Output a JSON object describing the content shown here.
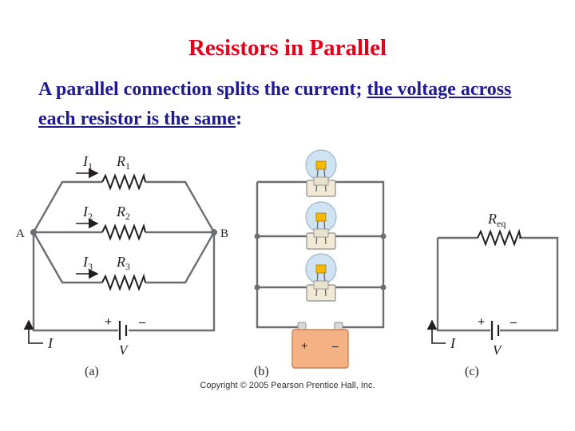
{
  "slide": {
    "title": "Resistors in Parallel",
    "subtitle_plain": "A parallel connection splits the current; ",
    "subtitle_underlined": "the voltage across each resistor is the same",
    "subtitle_end": ":"
  },
  "figure": {
    "panel_a": {
      "caption": "(a)",
      "node_a": "A",
      "node_b": "B",
      "branches": [
        {
          "current": "I",
          "current_sub": "1",
          "resistor": "R",
          "resistor_sub": "1"
        },
        {
          "current": "I",
          "current_sub": "2",
          "resistor": "R",
          "resistor_sub": "2"
        },
        {
          "current": "I",
          "current_sub": "3",
          "resistor": "R",
          "resistor_sub": "3"
        }
      ],
      "total_current": "I",
      "voltage": "V",
      "plus": "+",
      "minus": "–"
    },
    "panel_b": {
      "caption": "(b)",
      "battery_plus": "+",
      "battery_minus": "–"
    },
    "panel_c": {
      "caption": "(c)",
      "resistor": "R",
      "resistor_sub": "eq",
      "current": "I",
      "voltage": "V",
      "plus": "+",
      "minus": "–"
    },
    "copyright": "Copyright © 2005 Pearson Prentice Hall, Inc."
  },
  "colors": {
    "title": "#e3001b",
    "subtitle": "#1f1a8f",
    "wire": "#6d6e71",
    "battery": "#f4b183",
    "bulb_glass": "#cfe3f2",
    "filament": "#f7b800"
  }
}
